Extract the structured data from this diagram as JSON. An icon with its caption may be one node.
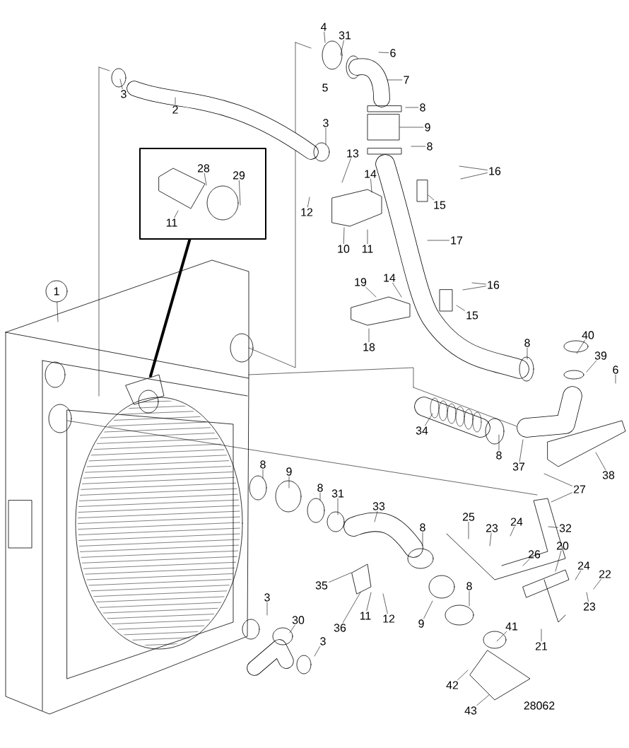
{
  "diagram": {
    "nodes": [
      {
        "text": [
          "1"
        ]
      },
      {
        "text": [
          "3"
        ]
      },
      {
        "text": [
          "2"
        ]
      },
      {
        "text": [
          "4"
        ]
      },
      {
        "text": [
          "31"
        ]
      },
      {
        "text": [
          "6"
        ]
      },
      {
        "text": [
          "5"
        ]
      },
      {
        "text": [
          "7"
        ]
      },
      {
        "text": [
          "8"
        ]
      },
      {
        "text": [
          "9"
        ]
      },
      {
        "text": [
          "8"
        ]
      },
      {
        "text": [
          "3"
        ]
      },
      {
        "text": [],
        "shape": "box"
      },
      {
        "text": [
          "28"
        ],
        "in": 12
      },
      {
        "text": [
          "29"
        ],
        "in": 12
      },
      {
        "text": [
          "11"
        ],
        "in": 12
      },
      {
        "text": [
          "13"
        ]
      },
      {
        "text": [
          "14"
        ]
      },
      {
        "text": [
          "16"
        ]
      },
      {
        "text": [
          "12"
        ]
      },
      {
        "text": [
          "15"
        ]
      },
      {
        "text": [
          "10"
        ]
      },
      {
        "text": [
          "11"
        ]
      },
      {
        "text": [
          "17"
        ]
      },
      {
        "text": [
          "19"
        ]
      },
      {
        "text": [
          "14"
        ]
      },
      {
        "text": [
          "16"
        ]
      },
      {
        "text": [
          "15"
        ]
      },
      {
        "text": [
          "18"
        ]
      },
      {
        "text": [
          "40"
        ]
      },
      {
        "text": [
          "8"
        ]
      },
      {
        "text": [
          "39"
        ]
      },
      {
        "text": [
          "6"
        ]
      },
      {
        "text": [
          "34"
        ]
      },
      {
        "text": [
          "8"
        ]
      },
      {
        "text": [
          "37"
        ]
      },
      {
        "text": [
          "38"
        ]
      },
      {
        "text": [
          "27"
        ]
      },
      {
        "text": [
          "8"
        ]
      },
      {
        "text": [
          "9"
        ]
      },
      {
        "text": [
          "8"
        ]
      },
      {
        "text": [
          "31"
        ]
      },
      {
        "text": [
          "33"
        ]
      },
      {
        "text": [
          "8"
        ]
      },
      {
        "text": [
          "25"
        ]
      },
      {
        "text": [
          "23"
        ]
      },
      {
        "text": [
          "24"
        ]
      },
      {
        "text": [
          "32"
        ]
      },
      {
        "text": [
          "26"
        ]
      },
      {
        "text": [
          "20"
        ]
      },
      {
        "text": [
          "24"
        ]
      },
      {
        "text": [
          "22"
        ]
      },
      {
        "text": [
          "35"
        ]
      },
      {
        "text": [
          "3"
        ]
      },
      {
        "text": [
          "8"
        ]
      },
      {
        "text": [
          "23"
        ]
      },
      {
        "text": [
          "11"
        ]
      },
      {
        "text": [
          "12"
        ]
      },
      {
        "text": [
          "30"
        ]
      },
      {
        "text": [
          "41"
        ]
      },
      {
        "text": [
          "36"
        ]
      },
      {
        "text": [
          "9"
        ]
      },
      {
        "text": [
          "3"
        ]
      },
      {
        "text": [
          "21"
        ]
      },
      {
        "text": [
          "42"
        ]
      },
      {
        "text": [
          "43"
        ]
      }
    ],
    "edges": [
      {
        "from": 0,
        "to": null,
        "arrow": "none"
      },
      {
        "from": 1,
        "to": null,
        "arrow": "none"
      },
      {
        "from": 2,
        "to": null,
        "arrow": "none"
      },
      {
        "from": 3,
        "to": null,
        "arrow": "none"
      },
      {
        "from": 4,
        "to": null,
        "arrow": "none"
      },
      {
        "from": 5,
        "to": null,
        "arrow": "none"
      },
      {
        "from": 7,
        "to": null,
        "arrow": "none"
      },
      {
        "from": 8,
        "to": null,
        "arrow": "none"
      },
      {
        "from": 9,
        "to": null,
        "arrow": "none"
      },
      {
        "from": 10,
        "to": null,
        "arrow": "none"
      },
      {
        "from": 11,
        "to": null,
        "arrow": "none"
      },
      {
        "from": 12,
        "to": null,
        "arrow": "none",
        "style": "thick"
      },
      {
        "from": 13,
        "to": null,
        "arrow": "none"
      },
      {
        "from": 14,
        "to": null,
        "arrow": "none"
      },
      {
        "from": 15,
        "to": null,
        "arrow": "none"
      },
      {
        "from": 16,
        "to": null,
        "arrow": "none"
      },
      {
        "from": 17,
        "to": null,
        "arrow": "none"
      },
      {
        "from": 18,
        "to": null,
        "arrow": "none"
      },
      {
        "from": 18,
        "to": null,
        "arrow": "none"
      },
      {
        "from": 19,
        "to": null,
        "arrow": "none"
      },
      {
        "from": 20,
        "to": null,
        "arrow": "none"
      },
      {
        "from": 21,
        "to": null,
        "arrow": "none"
      },
      {
        "from": 22,
        "to": null,
        "arrow": "none"
      },
      {
        "from": 23,
        "to": null,
        "arrow": "none"
      },
      {
        "from": 24,
        "to": null,
        "arrow": "none"
      },
      {
        "from": 25,
        "to": null,
        "arrow": "none"
      },
      {
        "from": 26,
        "to": null,
        "arrow": "none"
      },
      {
        "from": 26,
        "to": null,
        "arrow": "none"
      },
      {
        "from": 27,
        "to": null,
        "arrow": "none"
      },
      {
        "from": 28,
        "to": null,
        "arrow": "none"
      },
      {
        "from": 29,
        "to": null,
        "arrow": "none"
      },
      {
        "from": 30,
        "to": null,
        "arrow": "none"
      },
      {
        "from": 31,
        "to": null,
        "arrow": "none"
      },
      {
        "from": 32,
        "to": null,
        "arrow": "none"
      },
      {
        "from": 33,
        "to": null,
        "arrow": "none"
      },
      {
        "from": 34,
        "to": null,
        "arrow": "none"
      },
      {
        "from": 35,
        "to": null,
        "arrow": "none"
      },
      {
        "from": 36,
        "to": null,
        "arrow": "none"
      },
      {
        "from": 37,
        "to": null,
        "arrow": "none"
      },
      {
        "from": 37,
        "to": null,
        "arrow": "none"
      },
      {
        "from": 38,
        "to": null,
        "arrow": "none"
      },
      {
        "from": 39,
        "to": null,
        "arrow": "none"
      },
      {
        "from": 40,
        "to": null,
        "arrow": "none"
      },
      {
        "from": 41,
        "to": null,
        "arrow": "none"
      },
      {
        "from": 42,
        "to": null,
        "arrow": "none"
      },
      {
        "from": 43,
        "to": null,
        "arrow": "none"
      },
      {
        "from": 44,
        "to": null,
        "arrow": "none"
      },
      {
        "from": 45,
        "to": null,
        "arrow": "none"
      },
      {
        "from": 46,
        "to": null,
        "arrow": "none"
      },
      {
        "from": 47,
        "to": null,
        "arrow": "none"
      },
      {
        "from": 48,
        "to": null,
        "arrow": "none"
      },
      {
        "from": 49,
        "to": null,
        "arrow": "none"
      },
      {
        "from": 50,
        "to": null,
        "arrow": "none"
      },
      {
        "from": 51,
        "to": null,
        "arrow": "none"
      },
      {
        "from": 52,
        "to": null,
        "arrow": "none"
      },
      {
        "from": 53,
        "to": null,
        "arrow": "none"
      },
      {
        "from": 54,
        "to": null,
        "arrow": "none"
      },
      {
        "from": 55,
        "to": null,
        "arrow": "none"
      },
      {
        "from": 56,
        "to": null,
        "arrow": "none"
      },
      {
        "from": 57,
        "to": null,
        "arrow": "none"
      },
      {
        "from": 58,
        "to": null,
        "arrow": "none"
      },
      {
        "from": 59,
        "to": null,
        "arrow": "none"
      },
      {
        "from": 60,
        "to": null,
        "arrow": "none"
      },
      {
        "from": 61,
        "to": null,
        "arrow": "none"
      },
      {
        "from": 62,
        "to": null,
        "arrow": "none"
      },
      {
        "from": 63,
        "to": null,
        "arrow": "none"
      },
      {
        "from": 64,
        "to": null,
        "arrow": "none"
      },
      {
        "from": 65,
        "to": null,
        "arrow": "none"
      }
    ],
    "labels": [
      "28062"
    ]
  }
}
